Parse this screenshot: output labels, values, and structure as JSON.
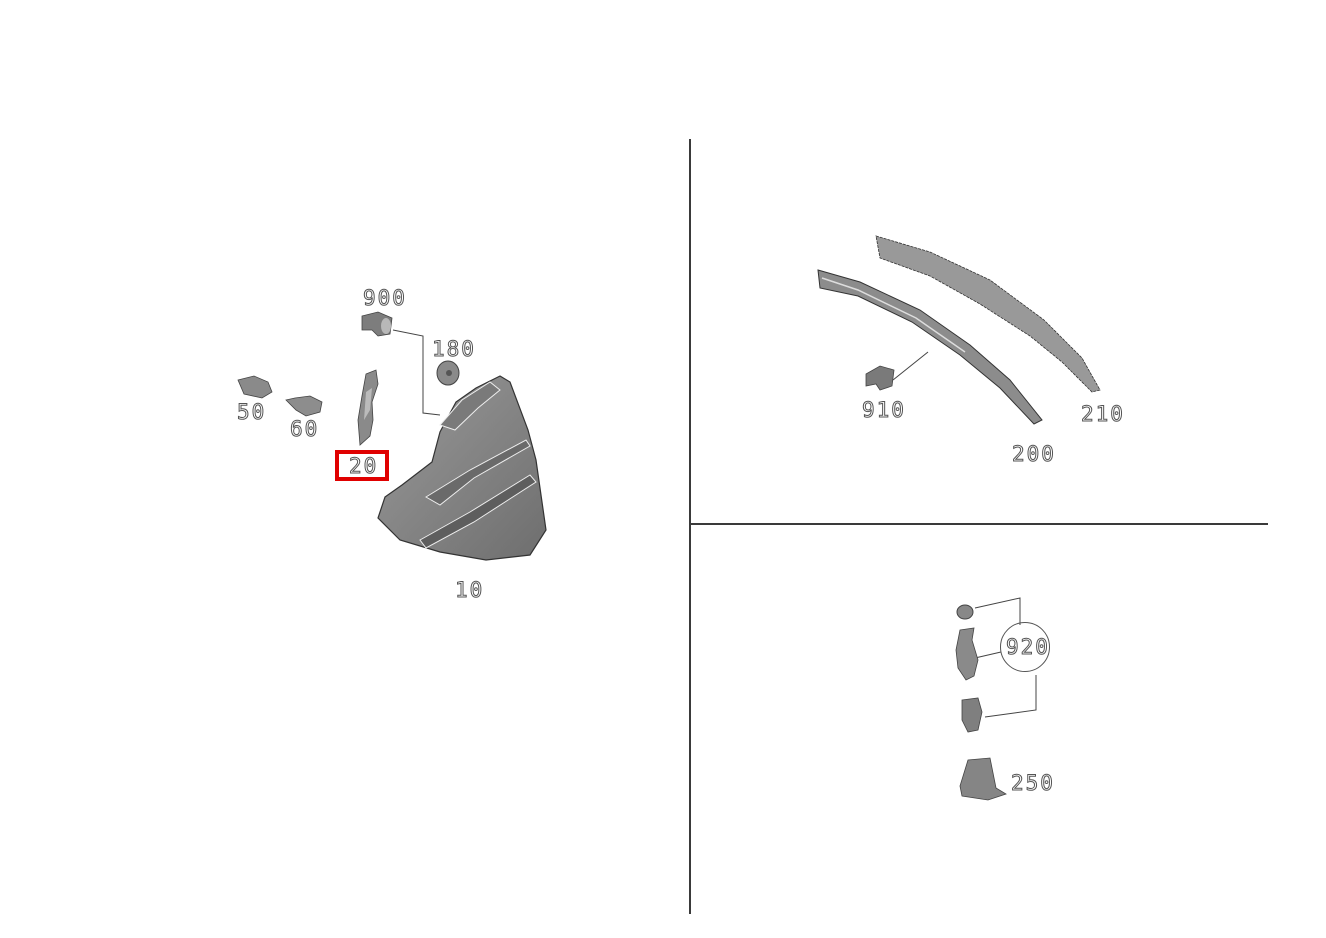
{
  "diagram": {
    "type": "exploded-parts-diagram",
    "subject": "rear tail lamp assembly",
    "highlighted_part": "20",
    "highlight_color": "#e00000",
    "panels": [
      {
        "name": "left",
        "parts": [
          {
            "id": "900",
            "label": "900",
            "desc": "connector"
          },
          {
            "id": "180",
            "label": "180",
            "desc": "nut"
          },
          {
            "id": "50",
            "label": "50",
            "desc": "bulb socket"
          },
          {
            "id": "60",
            "label": "60",
            "desc": "bulb"
          },
          {
            "id": "20",
            "label": "20",
            "desc": "seal / gasket"
          },
          {
            "id": "10",
            "label": "10",
            "desc": "tail lamp housing"
          }
        ]
      },
      {
        "name": "top-right",
        "parts": [
          {
            "id": "910",
            "label": "910",
            "desc": "connector"
          },
          {
            "id": "200",
            "label": "200",
            "desc": "light strip"
          },
          {
            "id": "210",
            "label": "210",
            "desc": "light guide"
          }
        ]
      },
      {
        "name": "bottom-right",
        "parts": [
          {
            "id": "920",
            "label": "920",
            "desc": "connector kit (3 pieces)"
          },
          {
            "id": "250",
            "label": "250",
            "desc": "socket"
          }
        ]
      }
    ]
  }
}
